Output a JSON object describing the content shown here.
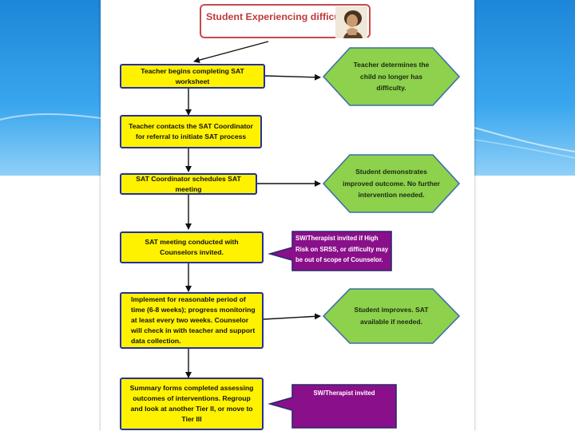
{
  "title": "Student Experiencing difficulty",
  "icons": {
    "student_image": "child-photo-icon"
  },
  "colors": {
    "title_border": "#c74a4a",
    "title_text": "#c03a3a",
    "process_fill": "#fff200",
    "process_border": "#24309a",
    "outcome_fill": "#8dd14c",
    "outcome_border": "#3d6fa8",
    "callout_fill": "#8a0f8a",
    "callout_border": "#2a2a6a"
  },
  "steps": [
    "Teacher begins completing SAT worksheet",
    "Teacher contacts the SAT Coordinator for referral to initiate SAT process",
    "SAT Coordinator schedules SAT meeting",
    "SAT meeting conducted with Counselors invited.",
    "Implement for reasonable period of time (6-8 weeks); progress monitoring at least every two weeks. Counselor will check in with teacher and support data collection.",
    "Summary forms completed assessing outcomes of interventions. Regroup and look at another Tier II, or move to Tier III"
  ],
  "outcomes": [
    "Teacher determines the child no longer has difficulty.",
    "Student demonstrates improved outcome. No further intervention needed.",
    "Student improves. SAT available if needed."
  ],
  "callouts": [
    "SW/Therapist invited if High Risk on SRSS, or difficulty may be out of scope of Counselor.",
    "SW/Therapist invited"
  ]
}
